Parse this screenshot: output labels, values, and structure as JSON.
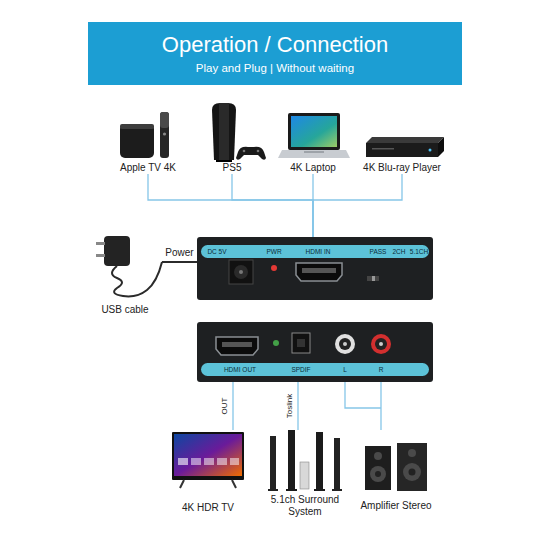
{
  "diagram": {
    "title": "Operation / Connection",
    "caption": "Play and Plug | Without waiting",
    "nodes": [
      {
        "text": [
          "Apple TV 4K"
        ]
      },
      {
        "text": [
          "PS5"
        ]
      },
      {
        "text": [
          "4K Laptop"
        ]
      },
      {
        "text": [
          "4K Blu-ray Player"
        ]
      },
      {
        "text": [
          "USB cable"
        ]
      },
      {
        "text": [
          "DC 5V",
          "PWR",
          "HDMI IN",
          "PASS",
          "2CH",
          "5.1CH"
        ]
      },
      {
        "text": [
          "HDMI OUT",
          "SPDIF",
          "L",
          "R"
        ]
      },
      {
        "text": [
          "4K HDR TV"
        ]
      },
      {
        "text": [
          "5.1ch Surround System"
        ]
      },
      {
        "text": [
          "Amplifier Stereo"
        ]
      }
    ],
    "edges": [
      {
        "from": 0,
        "to": 5,
        "arrow": "none"
      },
      {
        "from": 1,
        "to": 5,
        "arrow": "none"
      },
      {
        "from": 2,
        "to": 5,
        "arrow": "none"
      },
      {
        "from": 3,
        "to": 5,
        "arrow": "none"
      },
      {
        "from": 4,
        "to": 5,
        "label": "Power",
        "arrow": "none"
      },
      {
        "from": 6,
        "to": 7,
        "label": "OUT",
        "arrow": "none"
      },
      {
        "from": 6,
        "to": 8,
        "label": "Toslink",
        "arrow": "none"
      },
      {
        "from": 6,
        "to": 9,
        "arrow": "none"
      }
    ]
  }
}
